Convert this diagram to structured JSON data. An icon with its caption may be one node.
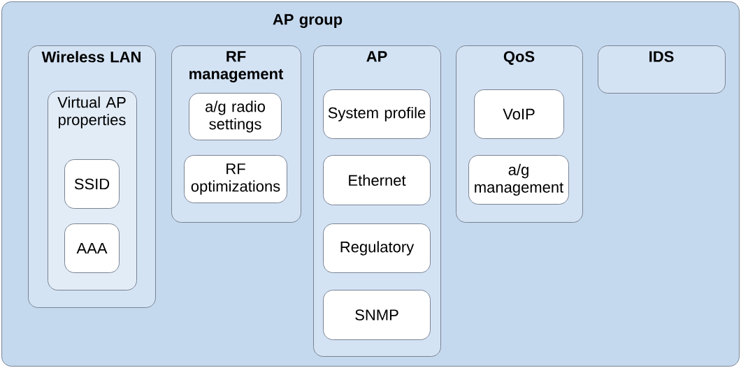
{
  "diagram": {
    "nodes": [
      {
        "text": [
          "AP group"
        ]
      },
      {
        "text": [
          "Wireless LAN"
        ],
        "in": 0
      },
      {
        "text": [
          "Virtual AP properties"
        ],
        "in": 1
      },
      {
        "text": [
          "SSID"
        ],
        "in": 2
      },
      {
        "text": [
          "AAA"
        ],
        "in": 2
      },
      {
        "text": [
          "RF management"
        ],
        "in": 0
      },
      {
        "text": [
          "a/g radio settings"
        ],
        "in": 5
      },
      {
        "text": [
          "RF optimizations"
        ],
        "in": 5
      },
      {
        "text": [
          "AP"
        ],
        "in": 0
      },
      {
        "text": [
          "System profile"
        ],
        "in": 8
      },
      {
        "text": [
          "Ethernet"
        ],
        "in": 8
      },
      {
        "text": [
          "Regulatory"
        ],
        "in": 8
      },
      {
        "text": [
          "SNMP"
        ],
        "in": 8
      },
      {
        "text": [
          "QoS"
        ],
        "in": 0
      },
      {
        "text": [
          "VoIP"
        ],
        "in": 13
      },
      {
        "text": [
          "a/g management"
        ],
        "in": 13
      },
      {
        "text": [
          "IDS"
        ],
        "in": 0
      }
    ]
  }
}
